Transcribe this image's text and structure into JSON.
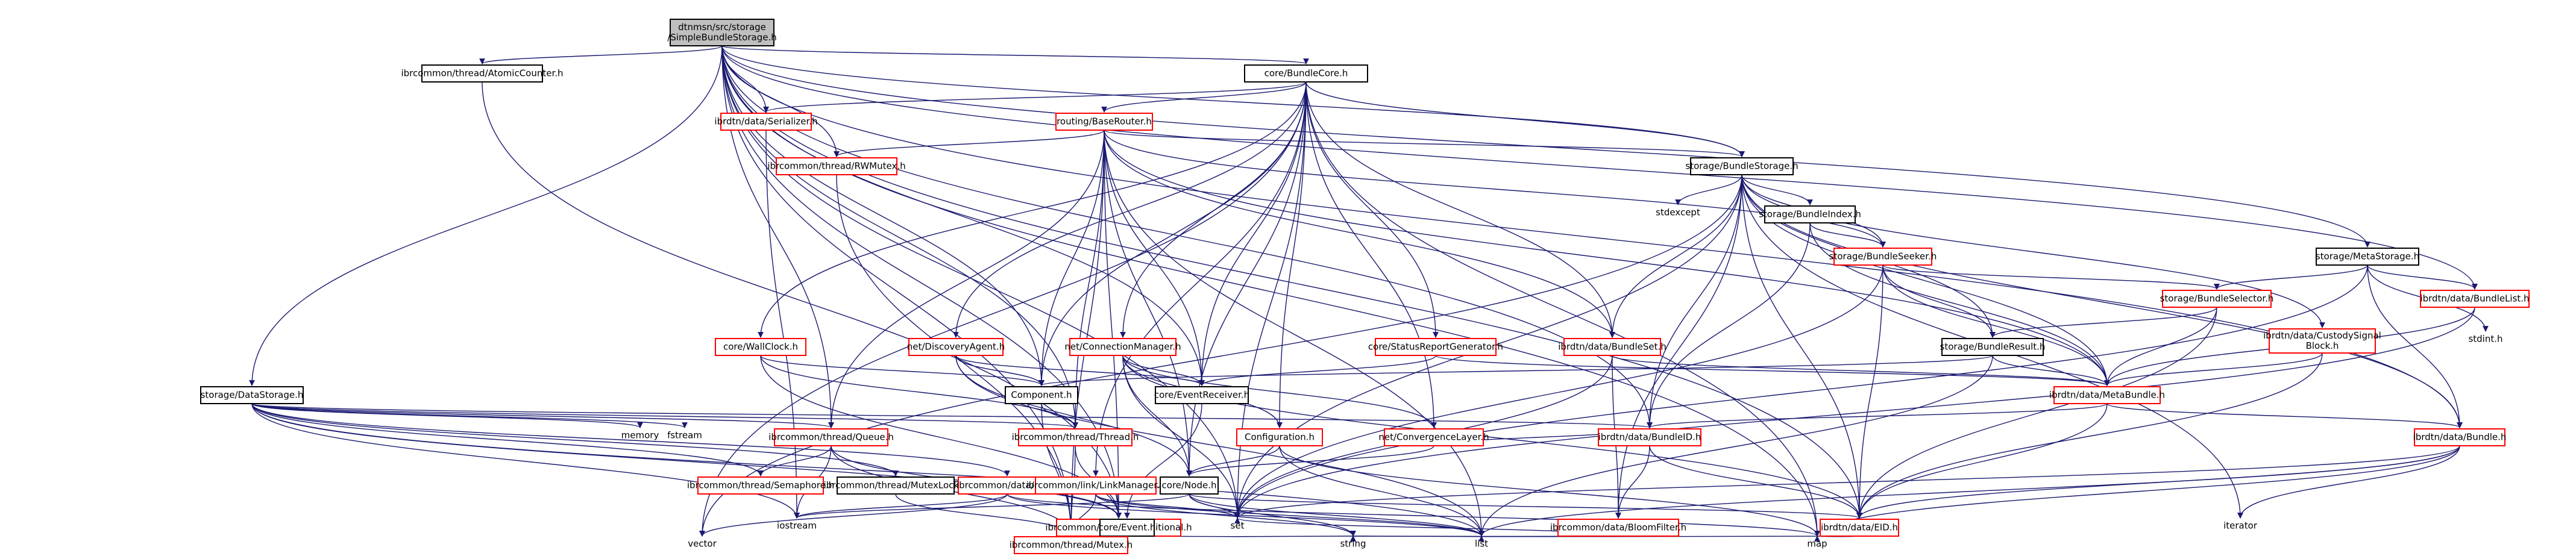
{
  "colors": {
    "root_fill": "#bfbfbf",
    "box_stroke_normal": "#000000",
    "box_stroke_missing": "#ff0000",
    "text": "#000000",
    "edge": "#191970"
  },
  "nodes": [
    {
      "id": "root",
      "label": "dtnmsn/src/storage\n/SimpleBundleStorage.h",
      "style": "root"
    },
    {
      "id": "atomic",
      "label": "ibrcommon/thread/AtomicCounter.h",
      "style": "normal"
    },
    {
      "id": "core",
      "label": "core/BundleCore.h",
      "style": "normal"
    },
    {
      "id": "serializer",
      "label": "ibrdtn/data/Serializer.h",
      "style": "missing"
    },
    {
      "id": "baserouter",
      "label": "routing/BaseRouter.h",
      "style": "missing"
    },
    {
      "id": "rwmutex",
      "label": "ibrcommon/thread/RWMutex.h",
      "style": "missing"
    },
    {
      "id": "bstorage",
      "label": "storage/BundleStorage.h",
      "style": "normal"
    },
    {
      "id": "metastorage",
      "label": "storage/MetaStorage.h",
      "style": "normal"
    },
    {
      "id": "datastorage",
      "label": "storage/DataStorage.h",
      "style": "normal"
    },
    {
      "id": "stdexcept",
      "label": "stdexcept",
      "style": "plain"
    },
    {
      "id": "bindex",
      "label": "storage/BundleIndex.h",
      "style": "normal"
    },
    {
      "id": "bseeker",
      "label": "storage/BundleSeeker.h",
      "style": "missing"
    },
    {
      "id": "bselector",
      "label": "storage/BundleSelector.h",
      "style": "missing"
    },
    {
      "id": "bresult",
      "label": "storage/BundleResult.h",
      "style": "normal"
    },
    {
      "id": "bundlelist",
      "label": "ibrdtn/data/BundleList.h",
      "style": "missing"
    },
    {
      "id": "stdint",
      "label": "stdint.h",
      "style": "plain"
    },
    {
      "id": "custody",
      "label": "ibrdtn/data/CustodySignal\nBlock.h",
      "style": "missing"
    },
    {
      "id": "wallclock",
      "label": "core/WallClock.h",
      "style": "missing"
    },
    {
      "id": "discovery",
      "label": "net/DiscoveryAgent.h",
      "style": "missing"
    },
    {
      "id": "connmgr",
      "label": "net/ConnectionManager.h",
      "style": "missing"
    },
    {
      "id": "statusgen",
      "label": "core/StatusReportGenerator.h",
      "style": "missing"
    },
    {
      "id": "bundleset",
      "label": "ibrdtn/data/BundleSet.h",
      "style": "missing"
    },
    {
      "id": "metabundle",
      "label": "ibrdtn/data/MetaBundle.h",
      "style": "missing"
    },
    {
      "id": "bundleh",
      "label": "ibrdtn/data/Bundle.h",
      "style": "missing"
    },
    {
      "id": "memory",
      "label": "memory",
      "style": "plain"
    },
    {
      "id": "fstream",
      "label": "fstream",
      "style": "plain"
    },
    {
      "id": "queue",
      "label": "ibrcommon/thread/Queue.h",
      "style": "missing"
    },
    {
      "id": "component",
      "label": "Component.h",
      "style": "normal"
    },
    {
      "id": "eventrecv",
      "label": "core/EventReceiver.h",
      "style": "normal"
    },
    {
      "id": "configuration",
      "label": "Configuration.h",
      "style": "missing"
    },
    {
      "id": "convlayer",
      "label": "net/ConvergenceLayer.h",
      "style": "missing"
    },
    {
      "id": "bundleid",
      "label": "ibrdtn/data/BundleID.h",
      "style": "missing"
    },
    {
      "id": "semaphore",
      "label": "ibrcommon/thread/Semaphore.h",
      "style": "missing"
    },
    {
      "id": "mutexlock",
      "label": "ibrcommon/thread/MutexLock.h",
      "style": "normal"
    },
    {
      "id": "file",
      "label": "ibrcommon/data/File.h",
      "style": "missing"
    },
    {
      "id": "thread",
      "label": "ibrcommon/thread/Thread.h",
      "style": "missing"
    },
    {
      "id": "linkmgr",
      "label": "ibrcommon/link/LinkManager.h",
      "style": "missing"
    },
    {
      "id": "node",
      "label": "core/Node.h",
      "style": "normal"
    },
    {
      "id": "iostream",
      "label": "iostream",
      "style": "plain"
    },
    {
      "id": "conditional",
      "label": "ibrcommon/thread/Conditional.h",
      "style": "missing"
    },
    {
      "id": "event",
      "label": "core/Event.h",
      "style": "normal"
    },
    {
      "id": "set",
      "label": "set",
      "style": "plain"
    },
    {
      "id": "bloom",
      "label": "ibrcommon/data/BloomFilter.h",
      "style": "missing"
    },
    {
      "id": "eid",
      "label": "ibrdtn/data/EID.h",
      "style": "missing"
    },
    {
      "id": "iterator",
      "label": "iterator",
      "style": "plain"
    },
    {
      "id": "vector",
      "label": "vector",
      "style": "plain"
    },
    {
      "id": "mutex",
      "label": "ibrcommon/thread/Mutex.h",
      "style": "missing"
    },
    {
      "id": "string",
      "label": "string",
      "style": "plain"
    },
    {
      "id": "list",
      "label": "list",
      "style": "plain"
    },
    {
      "id": "map",
      "label": "map",
      "style": "plain"
    }
  ],
  "edges": [
    [
      "root",
      "atomic"
    ],
    [
      "root",
      "core"
    ],
    [
      "root",
      "bstorage"
    ],
    [
      "root",
      "metastorage"
    ],
    [
      "root",
      "datastorage"
    ],
    [
      "root",
      "serializer"
    ],
    [
      "root",
      "rwmutex"
    ],
    [
      "root",
      "queue"
    ],
    [
      "root",
      "component"
    ],
    [
      "root",
      "eventrecv"
    ],
    [
      "root",
      "conditional"
    ],
    [
      "root",
      "bundlelist"
    ],
    [
      "root",
      "bundleh"
    ],
    [
      "root",
      "eid"
    ],
    [
      "root",
      "set"
    ],
    [
      "root",
      "map"
    ],
    [
      "root",
      "thread"
    ],
    [
      "root",
      "mutex"
    ],
    [
      "root",
      "bundleid"
    ],
    [
      "atomic",
      "conditional"
    ],
    [
      "core",
      "serializer"
    ],
    [
      "core",
      "baserouter"
    ],
    [
      "core",
      "bstorage"
    ],
    [
      "core",
      "wallclock"
    ],
    [
      "core",
      "discovery"
    ],
    [
      "core",
      "connmgr"
    ],
    [
      "core",
      "statusgen"
    ],
    [
      "core",
      "component"
    ],
    [
      "core",
      "eventrecv"
    ],
    [
      "core",
      "configuration"
    ],
    [
      "core",
      "convlayer"
    ],
    [
      "core",
      "node"
    ],
    [
      "core",
      "linkmgr"
    ],
    [
      "core",
      "set"
    ],
    [
      "core",
      "vector"
    ],
    [
      "core",
      "map"
    ],
    [
      "core",
      "bundleset"
    ],
    [
      "serializer",
      "iostream"
    ],
    [
      "baserouter",
      "rwmutex"
    ],
    [
      "baserouter",
      "bstorage"
    ],
    [
      "baserouter",
      "bseeker"
    ],
    [
      "baserouter",
      "bundleset"
    ],
    [
      "baserouter",
      "metabundle"
    ],
    [
      "baserouter",
      "component"
    ],
    [
      "baserouter",
      "eventrecv"
    ],
    [
      "baserouter",
      "thread"
    ],
    [
      "baserouter",
      "conditional"
    ],
    [
      "baserouter",
      "mutex"
    ],
    [
      "baserouter",
      "node"
    ],
    [
      "baserouter",
      "queue"
    ],
    [
      "baserouter",
      "list"
    ],
    [
      "rwmutex",
      "mutex"
    ],
    [
      "bstorage",
      "stdexcept"
    ],
    [
      "bstorage",
      "bindex"
    ],
    [
      "bstorage",
      "bseeker"
    ],
    [
      "bstorage",
      "bresult"
    ],
    [
      "bstorage",
      "custody"
    ],
    [
      "bstorage",
      "metabundle"
    ],
    [
      "bstorage",
      "bundleh"
    ],
    [
      "bstorage",
      "bundleset"
    ],
    [
      "bstorage",
      "bundleid"
    ],
    [
      "bstorage",
      "eid"
    ],
    [
      "bstorage",
      "set"
    ],
    [
      "bstorage",
      "iterator"
    ],
    [
      "bstorage",
      "vector"
    ],
    [
      "bstorage",
      "bloom"
    ],
    [
      "bindex",
      "bseeker"
    ],
    [
      "bindex",
      "metabundle"
    ],
    [
      "bindex",
      "bundleid"
    ],
    [
      "bseeker",
      "bselector"
    ],
    [
      "bseeker",
      "bresult"
    ],
    [
      "bseeker",
      "metabundle"
    ],
    [
      "bseeker",
      "eid"
    ],
    [
      "bseeker",
      "set"
    ],
    [
      "metastorage",
      "bselector"
    ],
    [
      "metastorage",
      "bundlelist"
    ],
    [
      "metastorage",
      "stdint"
    ],
    [
      "metastorage",
      "bundleh"
    ],
    [
      "metastorage",
      "set"
    ],
    [
      "bselector",
      "bresult"
    ],
    [
      "bselector",
      "metabundle"
    ],
    [
      "bselector",
      "eid"
    ],
    [
      "bresult",
      "metabundle"
    ],
    [
      "bresult",
      "component"
    ],
    [
      "bresult",
      "list"
    ],
    [
      "bundlelist",
      "metabundle"
    ],
    [
      "bundlelist",
      "set"
    ],
    [
      "custody",
      "metabundle"
    ],
    [
      "custody",
      "eid"
    ],
    [
      "metabundle",
      "bundleid"
    ],
    [
      "metabundle",
      "eid"
    ],
    [
      "metabundle",
      "bundleh"
    ],
    [
      "bundleh",
      "eid"
    ],
    [
      "bundleh",
      "iterator"
    ],
    [
      "bundleh",
      "set"
    ],
    [
      "bundleh",
      "list"
    ],
    [
      "bundleh",
      "map"
    ],
    [
      "bundleset",
      "metabundle"
    ],
    [
      "bundleset",
      "bloom"
    ],
    [
      "bundleset",
      "set"
    ],
    [
      "bundleid",
      "eid"
    ],
    [
      "bundleid",
      "bloom"
    ],
    [
      "wallclock",
      "component"
    ],
    [
      "wallclock",
      "thread"
    ],
    [
      "wallclock",
      "conditional"
    ],
    [
      "discovery",
      "component"
    ],
    [
      "discovery",
      "eventrecv"
    ],
    [
      "discovery",
      "node"
    ],
    [
      "discovery",
      "list"
    ],
    [
      "connmgr",
      "eventrecv"
    ],
    [
      "connmgr",
      "convlayer"
    ],
    [
      "connmgr",
      "configuration"
    ],
    [
      "connmgr",
      "node"
    ],
    [
      "connmgr",
      "set"
    ],
    [
      "connmgr",
      "eid"
    ],
    [
      "statusgen",
      "eventrecv"
    ],
    [
      "statusgen",
      "metabundle"
    ],
    [
      "datastorage",
      "memory"
    ],
    [
      "datastorage",
      "fstream"
    ],
    [
      "datastorage",
      "queue"
    ],
    [
      "datastorage",
      "semaphore"
    ],
    [
      "datastorage",
      "mutexlock"
    ],
    [
      "datastorage",
      "file"
    ],
    [
      "datastorage",
      "thread"
    ],
    [
      "datastorage",
      "conditional"
    ],
    [
      "datastorage",
      "iostream"
    ],
    [
      "datastorage",
      "bundleid"
    ],
    [
      "datastorage",
      "list"
    ],
    [
      "queue",
      "semaphore"
    ],
    [
      "queue",
      "conditional"
    ],
    [
      "queue",
      "iostream"
    ],
    [
      "queue",
      "mutex"
    ],
    [
      "component",
      "thread"
    ],
    [
      "component",
      "mutex"
    ],
    [
      "eventrecv",
      "event"
    ],
    [
      "configuration",
      "node"
    ],
    [
      "configuration",
      "list"
    ],
    [
      "configuration",
      "map"
    ],
    [
      "convlayer",
      "node"
    ],
    [
      "convlayer",
      "bundleid"
    ],
    [
      "mutexlock",
      "mutex"
    ],
    [
      "file",
      "iostream"
    ],
    [
      "file",
      "list"
    ],
    [
      "file",
      "vector"
    ],
    [
      "file",
      "map"
    ],
    [
      "thread",
      "conditional"
    ],
    [
      "thread",
      "mutex"
    ],
    [
      "linkmgr",
      "set"
    ],
    [
      "linkmgr",
      "string"
    ],
    [
      "linkmgr",
      "list"
    ],
    [
      "linkmgr",
      "mutex"
    ],
    [
      "node",
      "set"
    ],
    [
      "node",
      "iostream"
    ],
    [
      "node",
      "string"
    ],
    [
      "node",
      "list"
    ],
    [
      "node",
      "eid"
    ],
    [
      "conditional",
      "mutex"
    ],
    [
      "event",
      "string"
    ],
    [
      "bloom",
      "set"
    ],
    [
      "bloom",
      "string"
    ],
    [
      "bloom",
      "list"
    ],
    [
      "eid",
      "string"
    ],
    [
      "eid",
      "map"
    ]
  ]
}
